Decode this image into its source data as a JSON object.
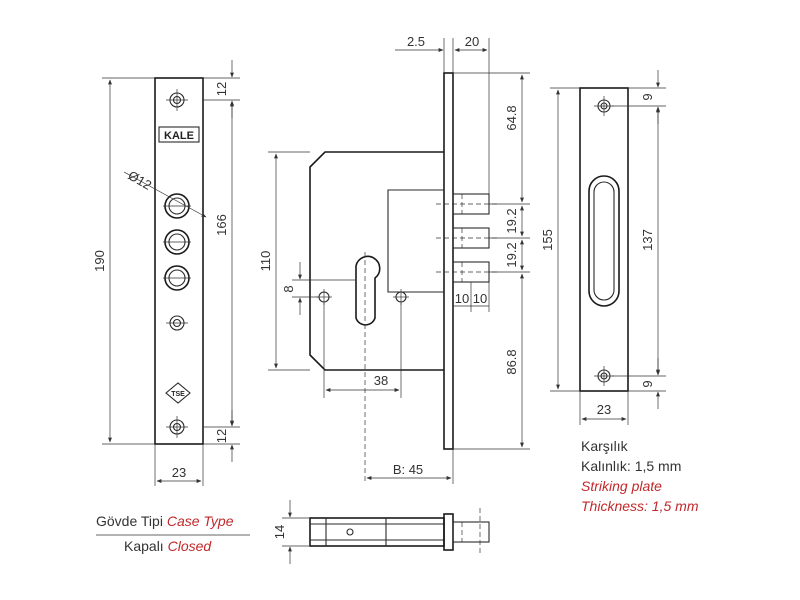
{
  "faceplate": {
    "dim_190": "190",
    "dim_12_top": "12",
    "dim_12_bottom": "12",
    "dim_166": "166",
    "dim_d12": "Ø12",
    "dim_23": "23",
    "logo_text": "KALE",
    "tse_text": "TSE"
  },
  "body": {
    "dim_25": "2.5",
    "dim_20": "20",
    "dim_110": "110",
    "dim_8": "8",
    "dim_38": "38",
    "dim_648": "64.8",
    "dim_192a": "19.2",
    "dim_192b": "19.2",
    "dim_10a": "10",
    "dim_10b": "10",
    "dim_868": "86.8",
    "dim_backset": "B: 45"
  },
  "strike": {
    "dim_9_top": "9",
    "dim_155": "155",
    "dim_137": "137",
    "dim_9_bottom": "9",
    "dim_23": "23"
  },
  "top_view": {
    "dim_14": "14"
  },
  "captions": {
    "case_type_tr": "Gövde Tipi",
    "case_type_en": "Case Type",
    "closed_tr": "Kapalı",
    "closed_en": "Closed"
  },
  "striking_plate": {
    "title_tr": "Karşılık",
    "thickness_tr": "Kalınlık: 1,5 mm",
    "title_en": "Striking plate",
    "thickness_en": "Thickness: 1,5 mm"
  }
}
